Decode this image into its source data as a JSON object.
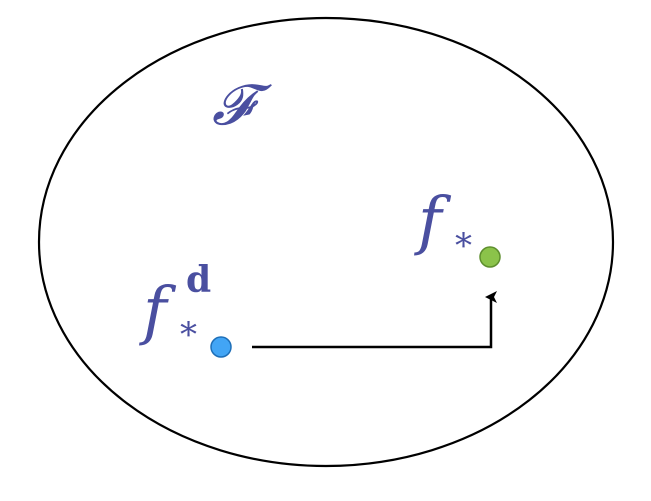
{
  "diagram": {
    "set_label": "𝓕",
    "target_point": {
      "symbol": "f",
      "subscript": "*",
      "color": "#8bc34a",
      "stroke": "#5e8f2e"
    },
    "source_point": {
      "symbol": "f",
      "subscript": "*",
      "superscript": "d",
      "color": "#42a5f5",
      "stroke": "#1e6fb8"
    },
    "arrow_color": "#000000",
    "ellipse_stroke": "#000000",
    "label_color": "#4a4fa0"
  }
}
